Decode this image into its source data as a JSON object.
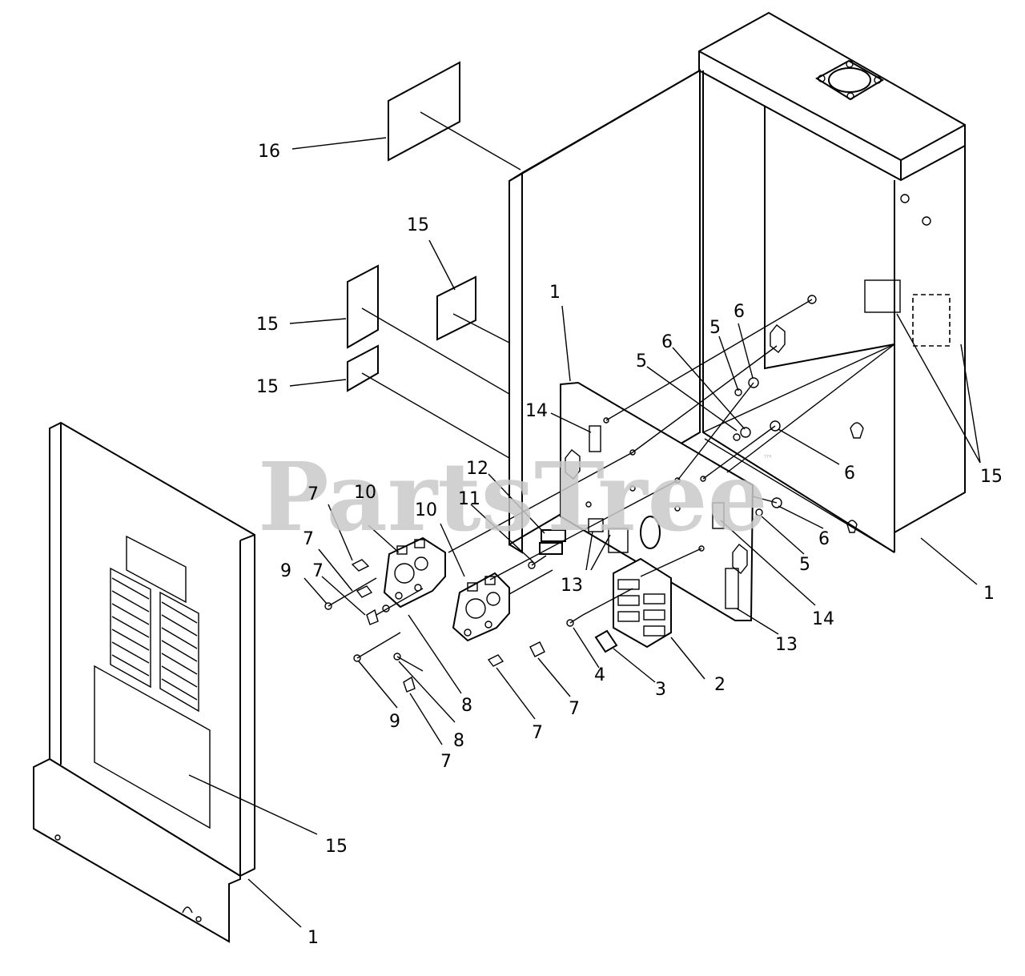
{
  "watermark": {
    "text": "PartsTree",
    "trademark": "™"
  },
  "callouts": [
    {
      "id": "c16",
      "text": "16"
    },
    {
      "id": "c15a",
      "text": "15"
    },
    {
      "id": "c15b",
      "text": "15"
    },
    {
      "id": "c15c",
      "text": "15"
    },
    {
      "id": "c15d",
      "text": "15"
    },
    {
      "id": "c15e",
      "text": "15"
    },
    {
      "id": "c1a",
      "text": "1"
    },
    {
      "id": "c1b",
      "text": "1"
    },
    {
      "id": "c1c",
      "text": "1"
    },
    {
      "id": "c14a",
      "text": "14"
    },
    {
      "id": "c14b",
      "text": "14"
    },
    {
      "id": "c13a",
      "text": "13"
    },
    {
      "id": "c13b",
      "text": "13"
    },
    {
      "id": "c12",
      "text": "12"
    },
    {
      "id": "c11",
      "text": "11"
    },
    {
      "id": "c10a",
      "text": "10"
    },
    {
      "id": "c10b",
      "text": "10"
    },
    {
      "id": "c9a",
      "text": "9"
    },
    {
      "id": "c9b",
      "text": "9"
    },
    {
      "id": "c8a",
      "text": "8"
    },
    {
      "id": "c8b",
      "text": "8"
    },
    {
      "id": "c7a",
      "text": "7"
    },
    {
      "id": "c7b",
      "text": "7"
    },
    {
      "id": "c7c",
      "text": "7"
    },
    {
      "id": "c7d",
      "text": "7"
    },
    {
      "id": "c7e",
      "text": "7"
    },
    {
      "id": "c7f",
      "text": "7"
    },
    {
      "id": "c6a",
      "text": "6"
    },
    {
      "id": "c6b",
      "text": "6"
    },
    {
      "id": "c6c",
      "text": "6"
    },
    {
      "id": "c6d",
      "text": "6"
    },
    {
      "id": "c5a",
      "text": "5"
    },
    {
      "id": "c5b",
      "text": "5"
    },
    {
      "id": "c5c",
      "text": "5"
    },
    {
      "id": "c4",
      "text": "4"
    },
    {
      "id": "c3",
      "text": "3"
    },
    {
      "id": "c2",
      "text": "2"
    }
  ]
}
